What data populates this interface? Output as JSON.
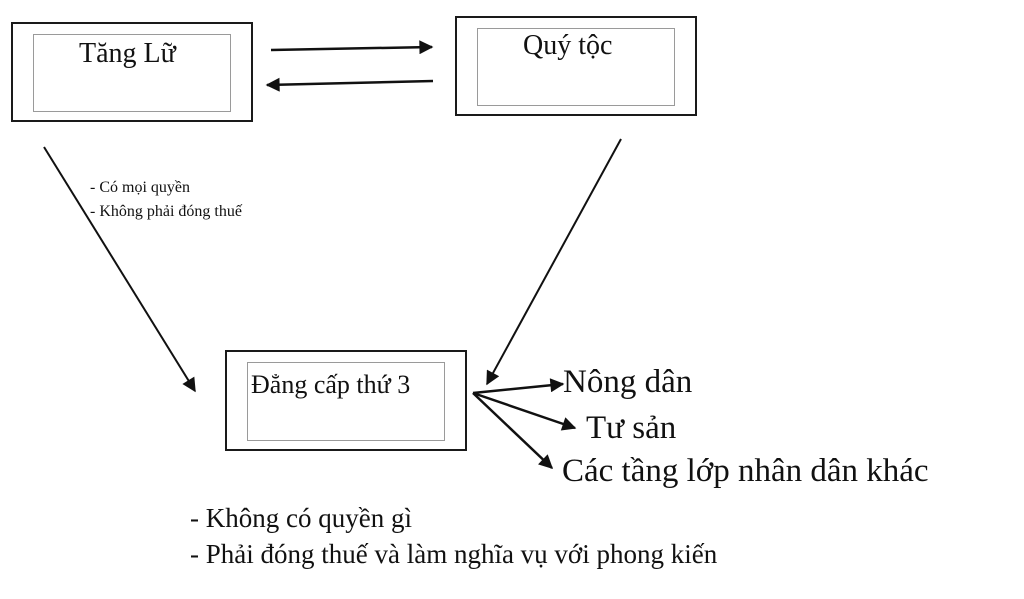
{
  "boxes": {
    "tang_lu": "Tăng Lữ",
    "quy_toc": "Quý tộc",
    "dang_cap_3": "Đẳng cấp thứ 3"
  },
  "privileged_notes": [
    "- Có mọi quyền",
    "- Không phải đóng thuế"
  ],
  "third_estate_groups": [
    "Nông dân",
    "Tư sản",
    "Các tầng lớp nhân dân khác"
  ],
  "third_estate_notes": [
    "- Không có quyền gì",
    "- Phải đóng thuế và làm nghĩa vụ với phong kiến"
  ],
  "colors": {
    "ink": "#111111",
    "inner_border": "#9a9a9a"
  }
}
